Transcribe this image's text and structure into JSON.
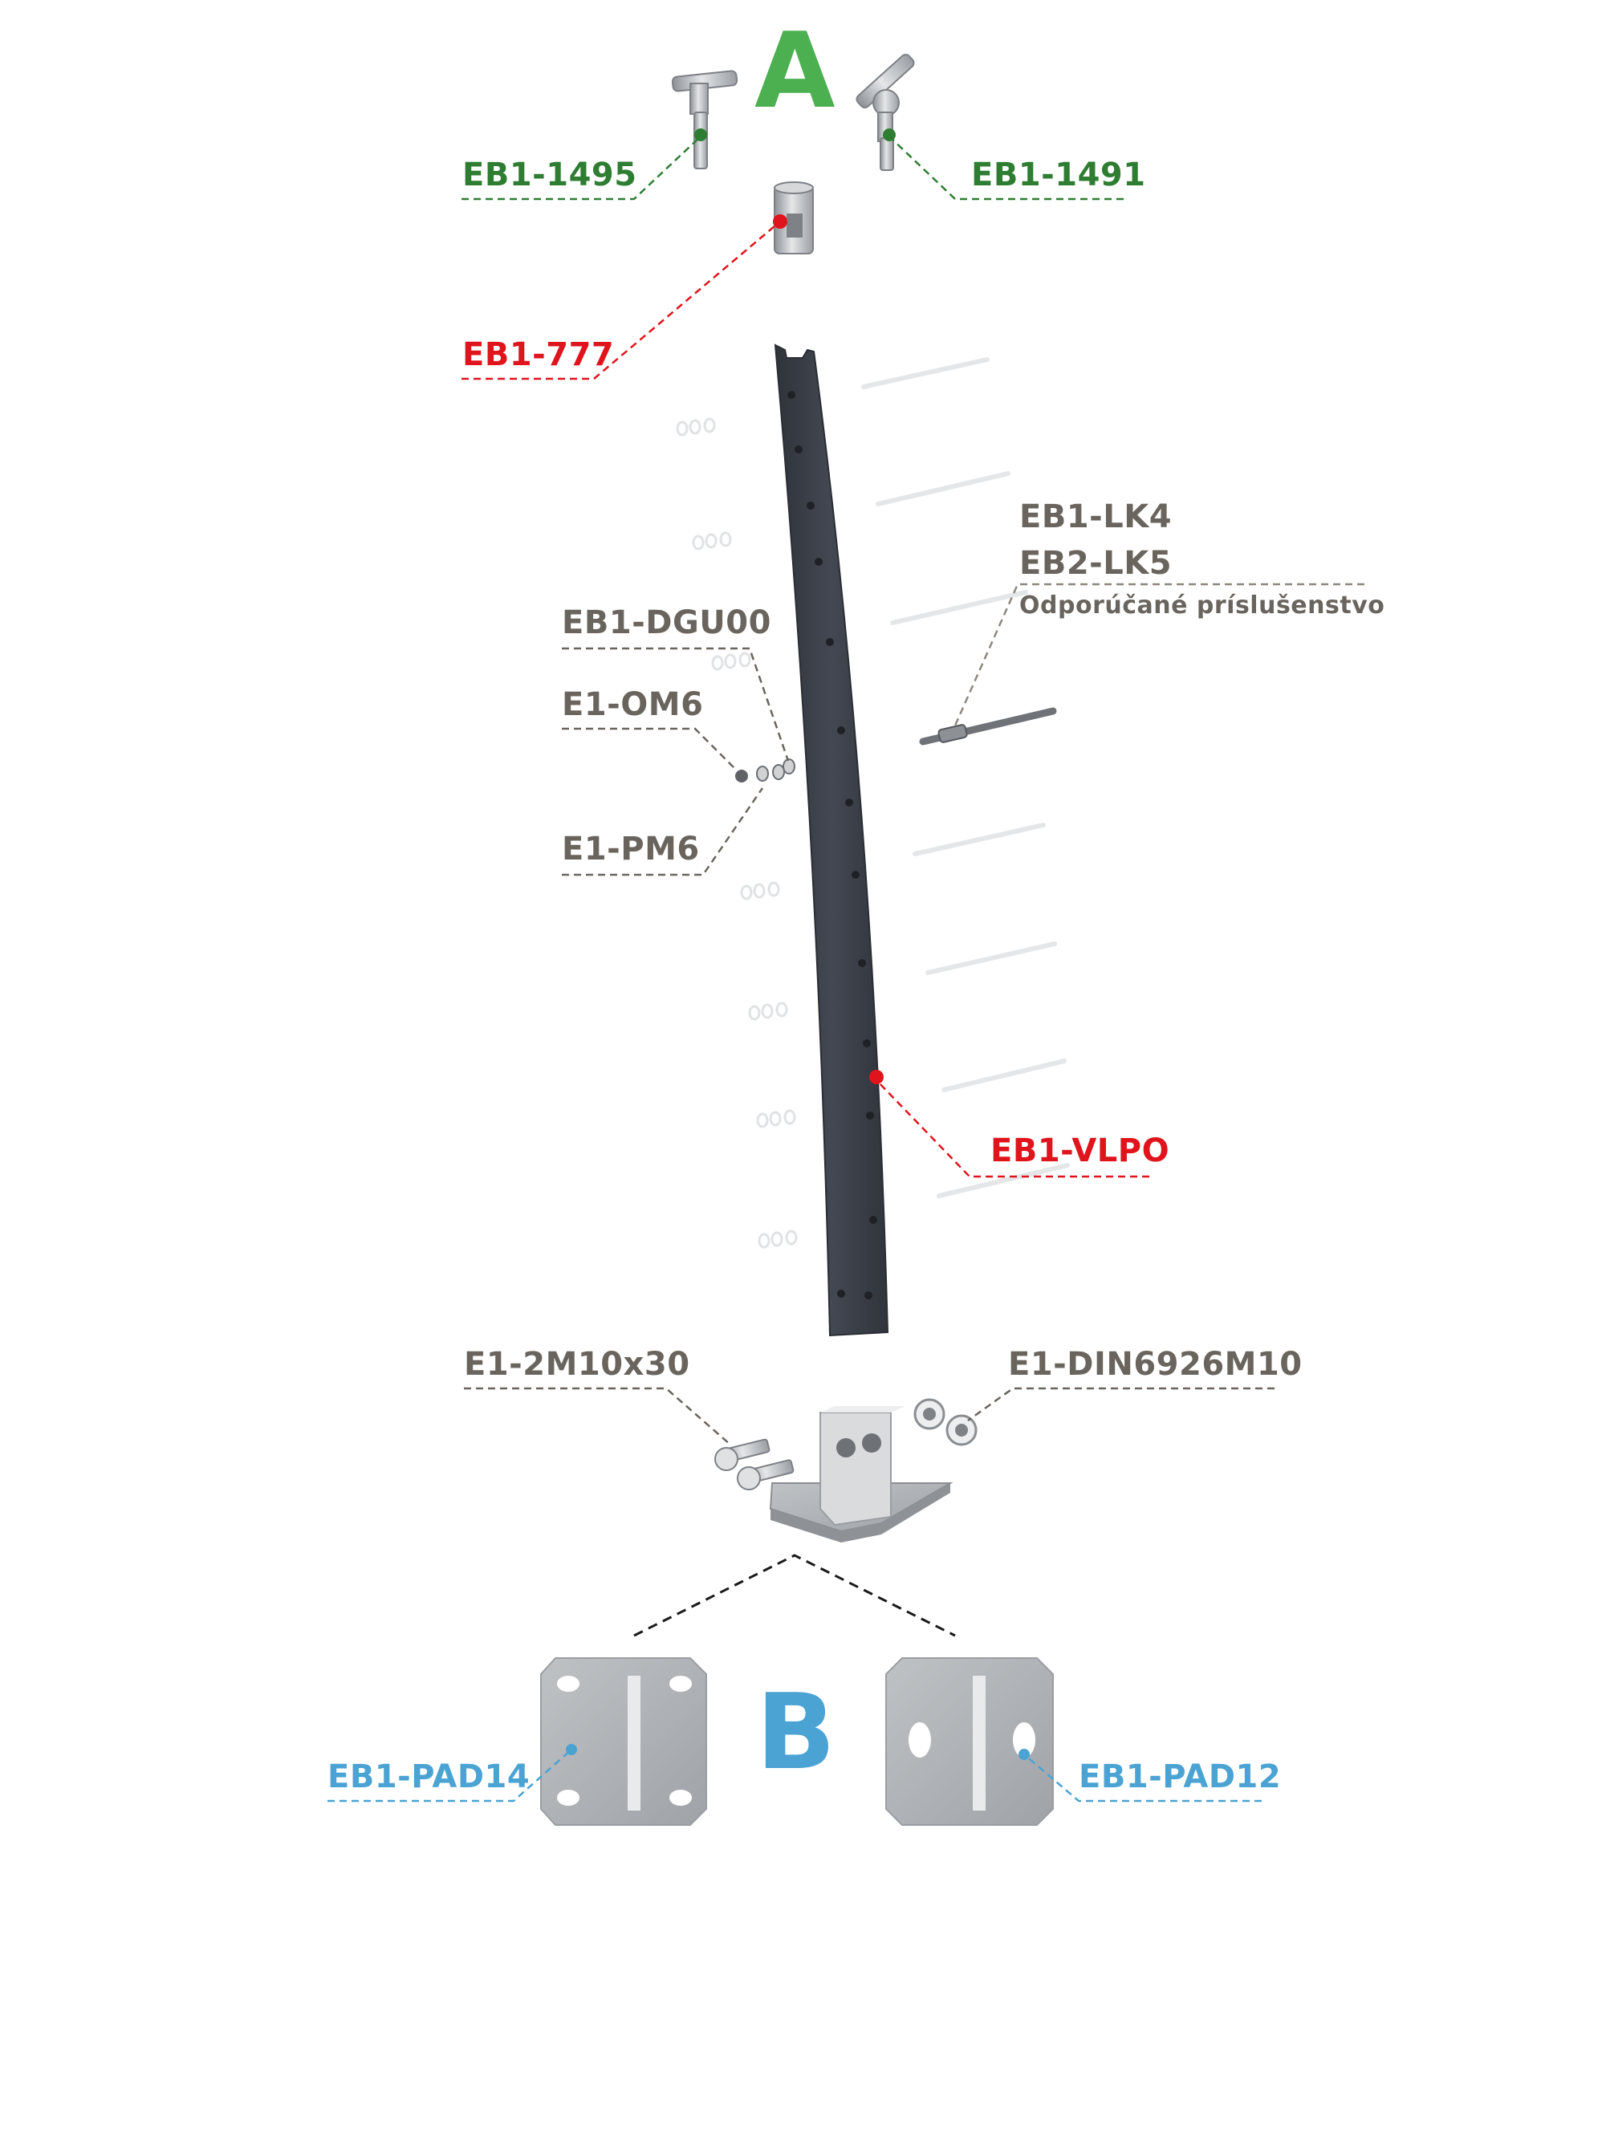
{
  "colors": {
    "group_a": "#2e7d32",
    "group_a_letter": "#4caf50",
    "highlight": "#e0141c",
    "neutral": "#6a645e",
    "group_b": "#4aa3d3",
    "post": "#3a3f47",
    "metal": "#b9bcbf"
  },
  "sections": {
    "a_letter": "A",
    "b_letter": "B"
  },
  "parts": {
    "handrail_adapter_t": {
      "code": "EB1-1495",
      "icon": "t-handrail-adapter-icon"
    },
    "handrail_adapter_swivel": {
      "code": "EB1-1491",
      "icon": "swivel-handrail-adapter-icon"
    },
    "post_cap": {
      "code": "EB1-777",
      "icon": "post-cap-icon"
    },
    "cable_kit": {
      "code_1": "EB1-LK4",
      "code_2": "EB2-LK5",
      "note": "Odporúčané príslušenstvo",
      "icon": "cable-rod-icon"
    },
    "washer": {
      "code": "EB1-DGU00",
      "icon": "washer-icon"
    },
    "nut": {
      "code": "E1-OM6",
      "icon": "nut-icon"
    },
    "pad": {
      "code": "E1-PM6",
      "icon": "pad-icon"
    },
    "post": {
      "code": "EB1-VLPO",
      "icon": "curved-post-icon"
    },
    "bolts": {
      "code": "E1-2M10x30",
      "icon": "bolt-icon"
    },
    "flange_nuts": {
      "code": "E1-DIN6926M10",
      "icon": "flange-nut-icon"
    },
    "base_plate_14": {
      "code": "EB1-PAD14",
      "icon": "base-plate-4hole-icon"
    },
    "base_plate_12": {
      "code": "EB1-PAD12",
      "icon": "base-plate-2hole-icon"
    }
  }
}
